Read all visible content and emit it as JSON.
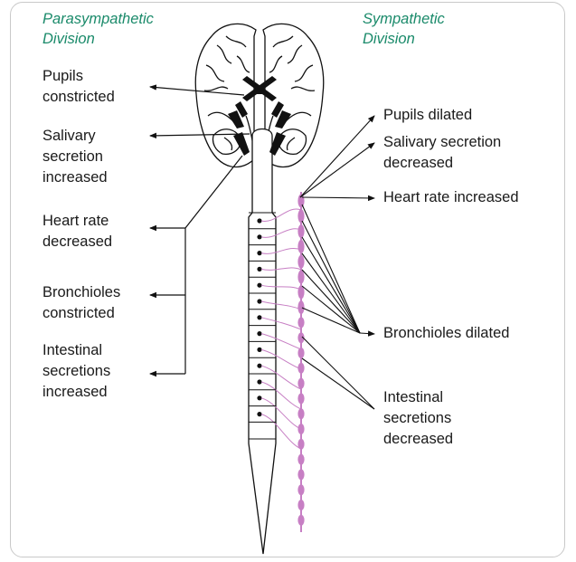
{
  "colors": {
    "heading": "#1a8a6a",
    "ganglia": "#c77fc4",
    "line": "#111111"
  },
  "headings": {
    "parasympathetic": [
      "Parasympathetic",
      "Division"
    ],
    "sympathetic": [
      "Sympathetic",
      "Division"
    ]
  },
  "parasympathetic_effects": [
    [
      "Pupils",
      "constricted"
    ],
    [
      "Salivary",
      "secretion",
      "increased"
    ],
    [
      "Heart rate",
      "decreased"
    ],
    [
      "Bronchioles",
      "constricted"
    ],
    [
      "Intestinal",
      "secretions",
      "increased"
    ]
  ],
  "sympathetic_effects": [
    [
      "Pupils dilated"
    ],
    [
      "Salivary secretion",
      "decreased"
    ],
    [
      "Heart rate increased"
    ],
    [
      "Bronchioles dilated"
    ],
    [
      "Intestinal",
      "secretions",
      "decreased"
    ]
  ]
}
